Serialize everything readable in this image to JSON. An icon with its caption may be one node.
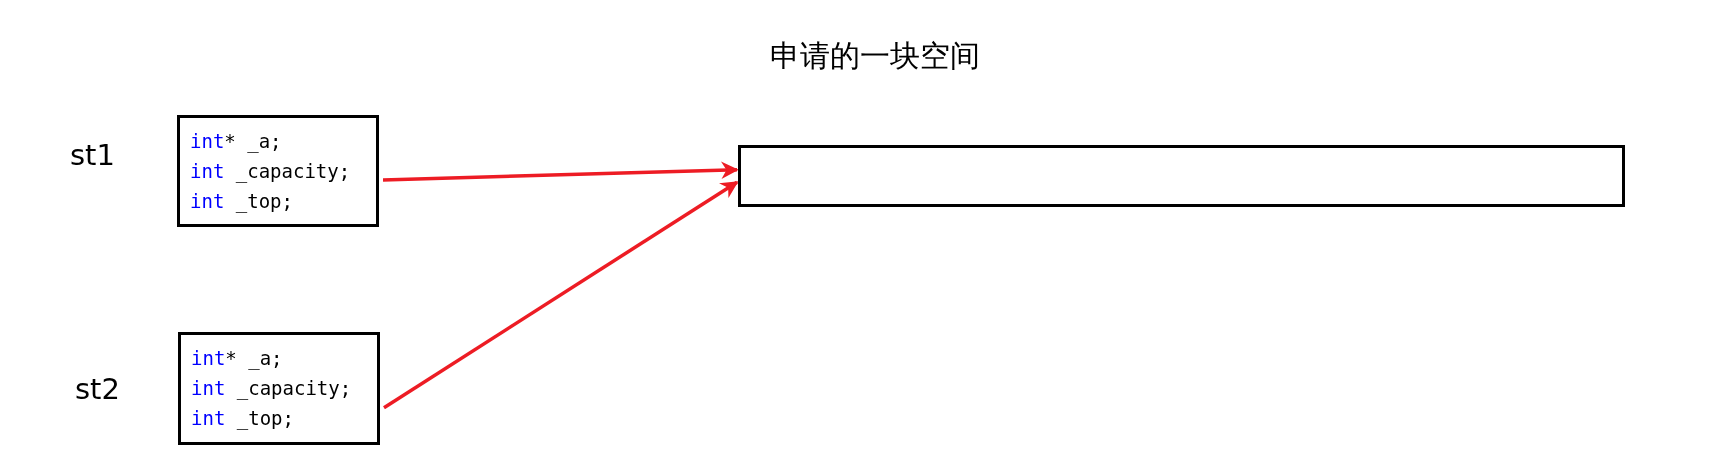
{
  "diagram": {
    "title": "申请的一块空间",
    "nodes": [
      {
        "text": [
          "int* _a;",
          "int _capacity;",
          "int _top;"
        ],
        "beside": [
          "st1"
        ]
      },
      {
        "text": [
          "int* _a;",
          "int _capacity;",
          "int _top;"
        ],
        "beside": [
          "st2"
        ]
      },
      {
        "text": [],
        "shape": "box"
      }
    ],
    "edges": [
      {
        "from": 0,
        "to": 2,
        "arrow": "to",
        "color": "#ed1c24"
      },
      {
        "from": 1,
        "to": 2,
        "arrow": "to",
        "color": "#ed1c24"
      }
    ]
  }
}
